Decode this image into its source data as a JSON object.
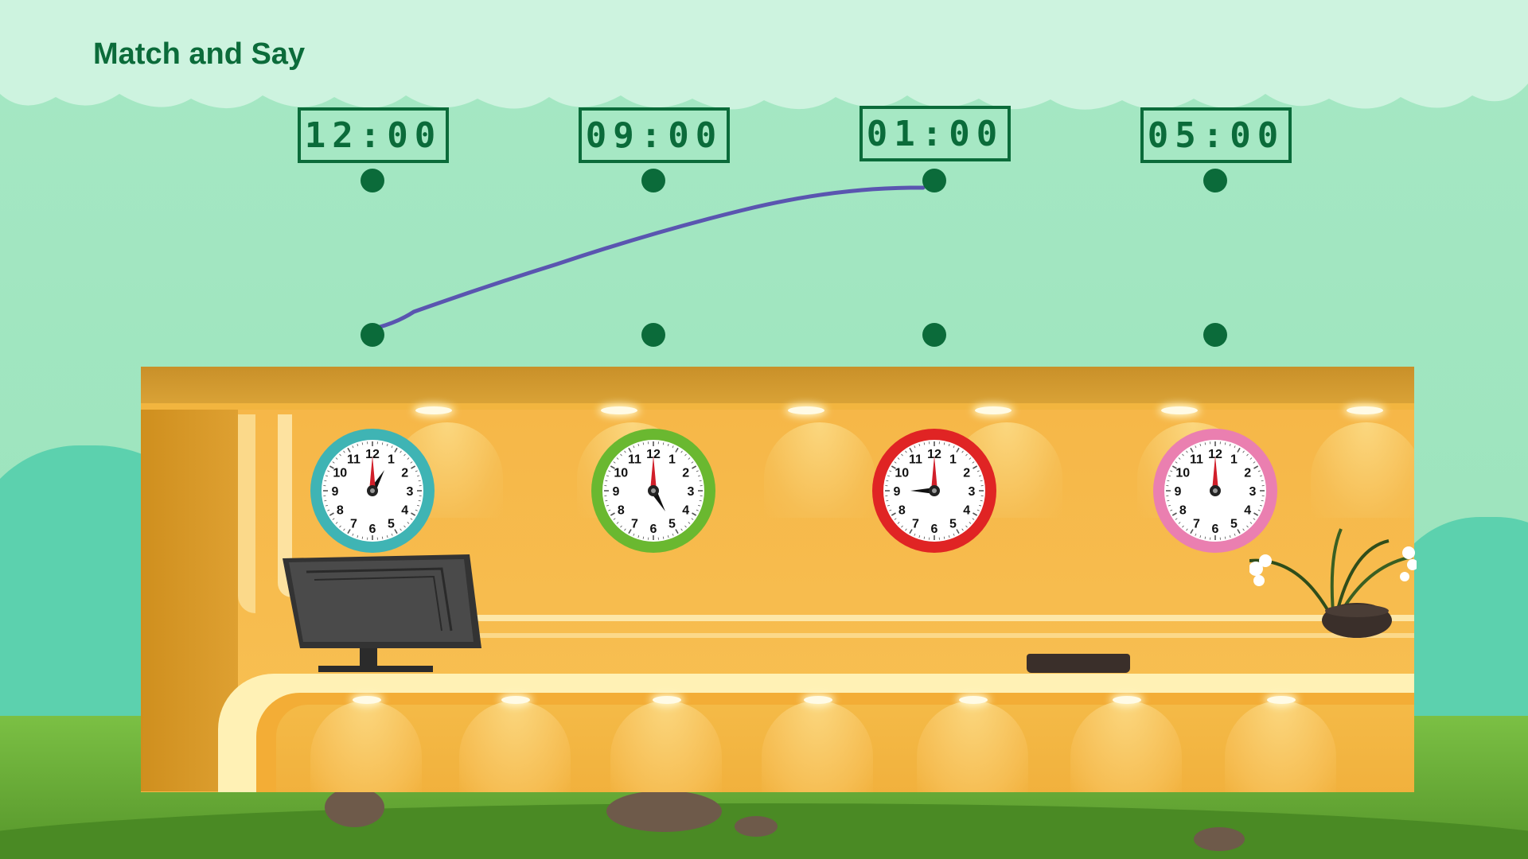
{
  "title": "Match and Say",
  "time_cards": [
    {
      "label": "12:00"
    },
    {
      "label": "09:00"
    },
    {
      "label": "01:00"
    },
    {
      "label": "05:00"
    }
  ],
  "clocks": [
    {
      "hour_hand": 1,
      "minute_hand": 12,
      "rim_color": "#3fb4b4"
    },
    {
      "hour_hand": 5,
      "minute_hand": 12,
      "rim_color": "#6ab830"
    },
    {
      "hour_hand": 9,
      "minute_hand": 12,
      "rim_color": "#e02424"
    },
    {
      "hour_hand": 12,
      "minute_hand": 12,
      "rim_color": "#ea7fb0"
    }
  ],
  "clock_numbers": [
    "12",
    "1",
    "2",
    "3",
    "4",
    "5",
    "6",
    "7",
    "8",
    "9",
    "10",
    "11"
  ],
  "match_line": {
    "from_card": 3,
    "to_clock": 1,
    "color": "#5a55b0"
  },
  "colors": {
    "accent": "#0b6b3a",
    "sky": "#a6e8c4"
  }
}
